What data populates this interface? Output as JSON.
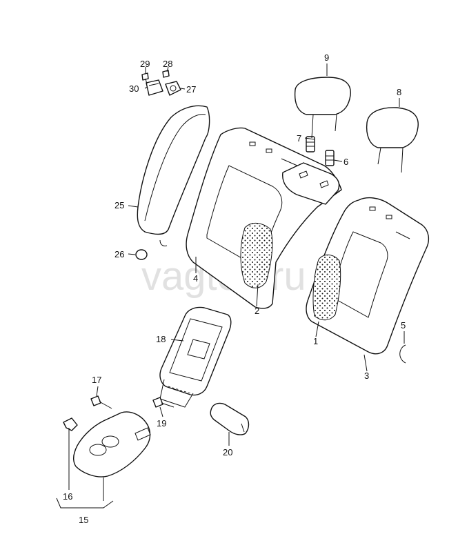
{
  "watermark": "vagtec.ru",
  "callouts": [
    "1",
    "2",
    "3",
    "4",
    "5",
    "6",
    "7",
    "8",
    "9",
    "15",
    "16",
    "17",
    "18",
    "19",
    "20",
    "25",
    "26",
    "27",
    "28",
    "29",
    "30"
  ]
}
